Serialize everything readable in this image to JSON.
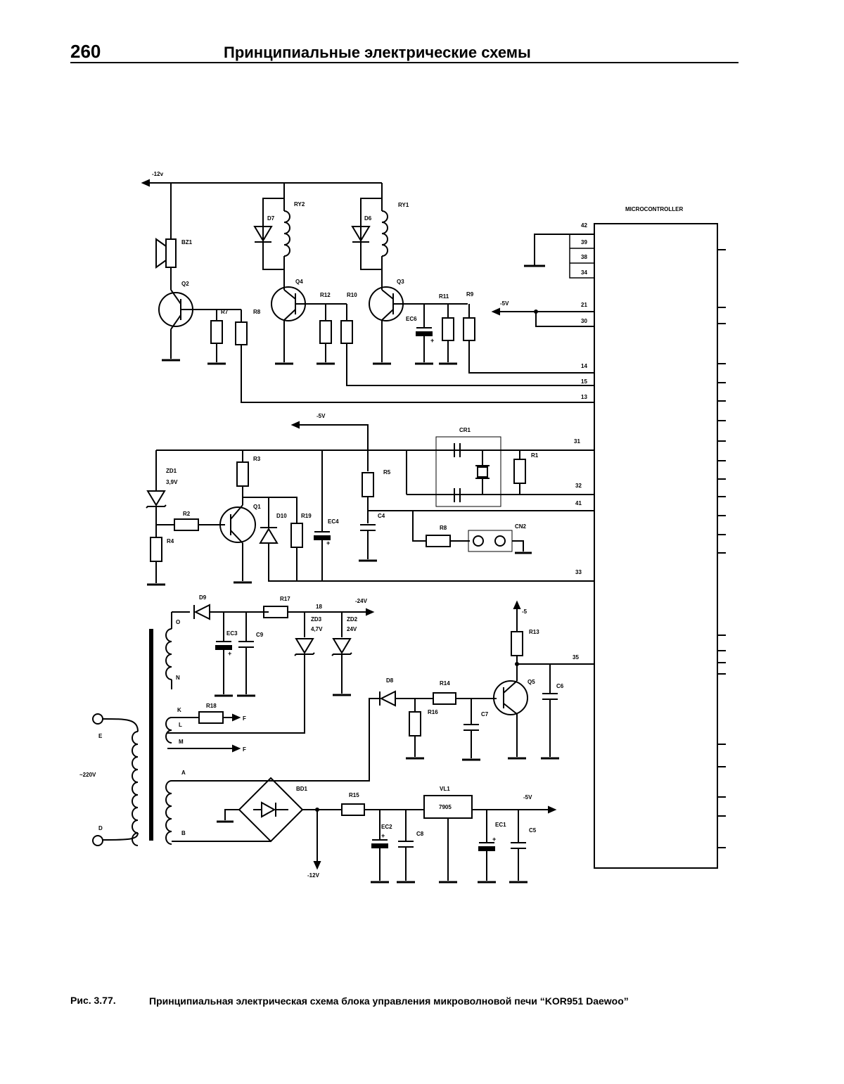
{
  "header": {
    "page_number": "260",
    "title": "Принципиальные электрические схемы"
  },
  "caption": {
    "figure": "Рис. 3.77.",
    "text": "Принципиальная электрическая схема блока управления микроволновой печи “KOR951 Daewoo”"
  },
  "mcu": {
    "title": "MICROCONTROLLER",
    "pins": [
      "42",
      "39",
      "38",
      "34",
      "21",
      "30",
      "14",
      "15",
      "13",
      "31",
      "32",
      "41",
      "33",
      "35"
    ]
  },
  "labels": {
    "rail_top": "-12v",
    "rail_5v_right": "-5V",
    "rail_5v_mid": "-5V",
    "rail_5v_q5": "-5",
    "rail_24v": "-24V",
    "node_18": "18",
    "vout_5v": "-5V",
    "vout_12v": "-12V",
    "mains": "~220V"
  },
  "components": {
    "BZ1": "BZ1",
    "Q2": "Q2",
    "R7": "R7",
    "R8a": "R8",
    "D7": "D7",
    "RY2": "RY2",
    "Q4": "Q4",
    "R12": "R12",
    "R10": "R10",
    "D6": "D6",
    "RY1": "RY1",
    "Q3": "Q3",
    "EC6": "EC6",
    "R11": "R11",
    "R9": "R9",
    "CR1": "CR1",
    "R1": "R1",
    "R5": "R5",
    "C4": "C4",
    "R8b": "R8",
    "CN2": "CN2",
    "ZD1": "ZD1",
    "ZD1v": "3,9V",
    "R3": "R3",
    "R2": "R2",
    "R4": "R4",
    "Q1": "Q1",
    "D10": "D10",
    "R19": "R19",
    "EC4": "EC4",
    "D9": "D9",
    "R17": "R17",
    "EC3": "EC3",
    "C9": "C9",
    "ZD3": "ZD3",
    "ZD3v": "4,7V",
    "ZD2": "ZD2",
    "ZD2v": "24V",
    "R13": "R13",
    "Q5": "Q5",
    "C6": "C6",
    "D8": "D8",
    "R14": "R14",
    "R16": "R16",
    "C7": "C7",
    "R18": "R18",
    "BD1": "BD1",
    "R15": "R15",
    "VL1": "VL1",
    "VL1v": "7905",
    "EC2": "EC2",
    "C8": "C8",
    "EC1": "EC1",
    "C5": "C5"
  },
  "transformer": {
    "tap_O": "O",
    "tap_N": "N",
    "tap_K": "K",
    "tap_L": "L",
    "tap_M": "M",
    "tap_A": "A",
    "tap_B": "B",
    "tap_E": "E",
    "tap_D": "D",
    "out_F1": "F",
    "out_F2": "F"
  }
}
